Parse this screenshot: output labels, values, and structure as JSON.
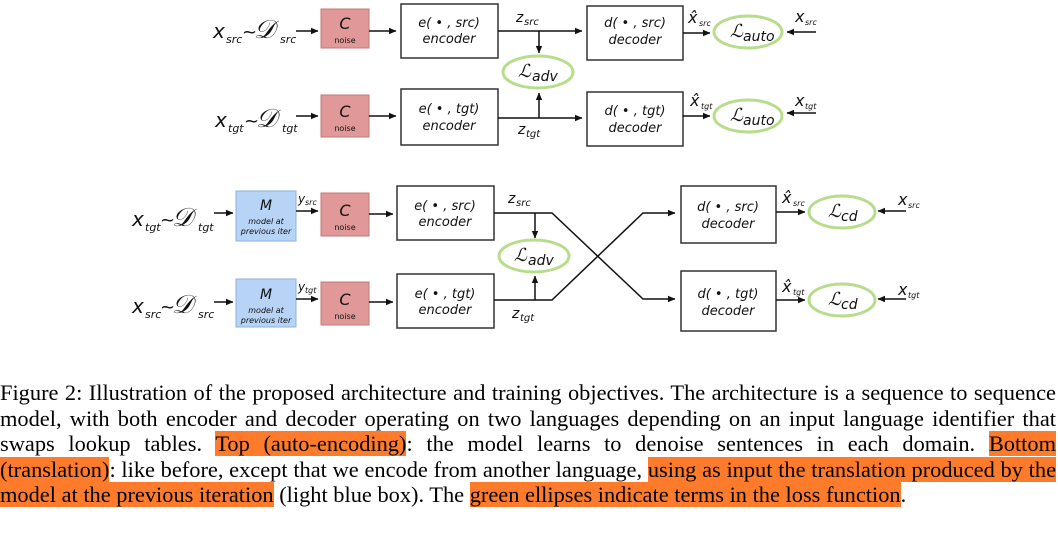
{
  "diagram": {
    "noise_c": "C",
    "noise_label": "noise",
    "model_m": "M",
    "model_label_1": "model at",
    "model_label_2": "previous iter",
    "enc_src_1": "e( • , src)",
    "enc_tgt_1": "e( • , tgt)",
    "enc_label": "encoder",
    "dec_src_1": "d( • , src)",
    "dec_tgt_1": "d( • , tgt)",
    "dec_label": "decoder",
    "loss_auto_sub": "auto",
    "loss_adv_sub": "adv",
    "loss_cd_sub": "cd",
    "loss_L": "ℒ",
    "dist_D": "𝒟",
    "x": "x",
    "xhat": "x̂",
    "y": "y",
    "z": "z",
    "tilde": "~",
    "src": "src",
    "tgt": "tgt"
  },
  "caption": {
    "part1": "Figure 2: Illustration of the proposed architecture and training objectives. The architecture is a sequence to sequence model, with both encoder and decoder operating on two languages depending on an input language identifier that swaps lookup tables. ",
    "hl1": "Top (auto-encoding)",
    "part2": ": the model learns to denoise sentences in each domain. ",
    "hl2": "Bottom (translation)",
    "part3": ": like before, except that we encode from another language, ",
    "hl3": "using as input the translation produced by the model at the previous iteration",
    "part4": " (light blue box). The ",
    "hl4": "green ellipses indicate terms in the loss function",
    "part5": "."
  }
}
